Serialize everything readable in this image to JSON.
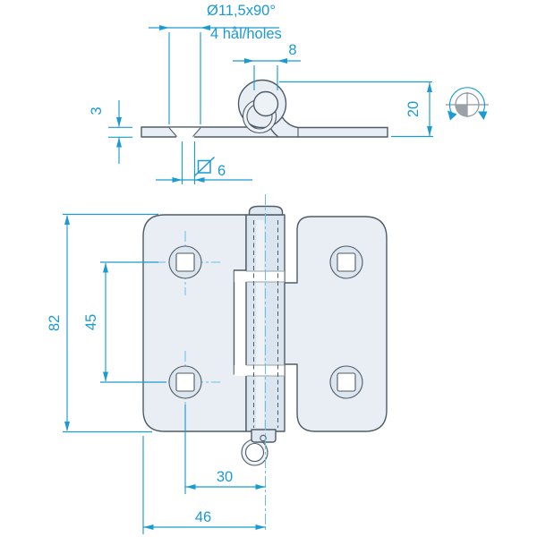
{
  "drawing": {
    "annotations": {
      "countersink": "Ø11,5x90°",
      "holes_note": "4 hål/holes",
      "pin_width": "8",
      "side_height": "20",
      "plate_thickness": "3",
      "hole_diameter": "6",
      "overall_height": "82",
      "hole_spacing": "45",
      "hole_to_pin": "30",
      "edge_to_pin": "46"
    }
  },
  "colors": {
    "dim_blue": "#1b9ad4",
    "centerline_blue": "#66bde9",
    "outline": "#4e5b66",
    "metal_fill": "#e8eef4",
    "barrel_fill": "#dbe5ef",
    "hole_fill": "#dde6ee",
    "pin_fill": "#edf2f7",
    "cap_fill": "#dfe8f1",
    "band_white": "#ffffff",
    "symbol_gray": "#8d969d",
    "symbol_fill_gray": "#9aa2a8"
  }
}
